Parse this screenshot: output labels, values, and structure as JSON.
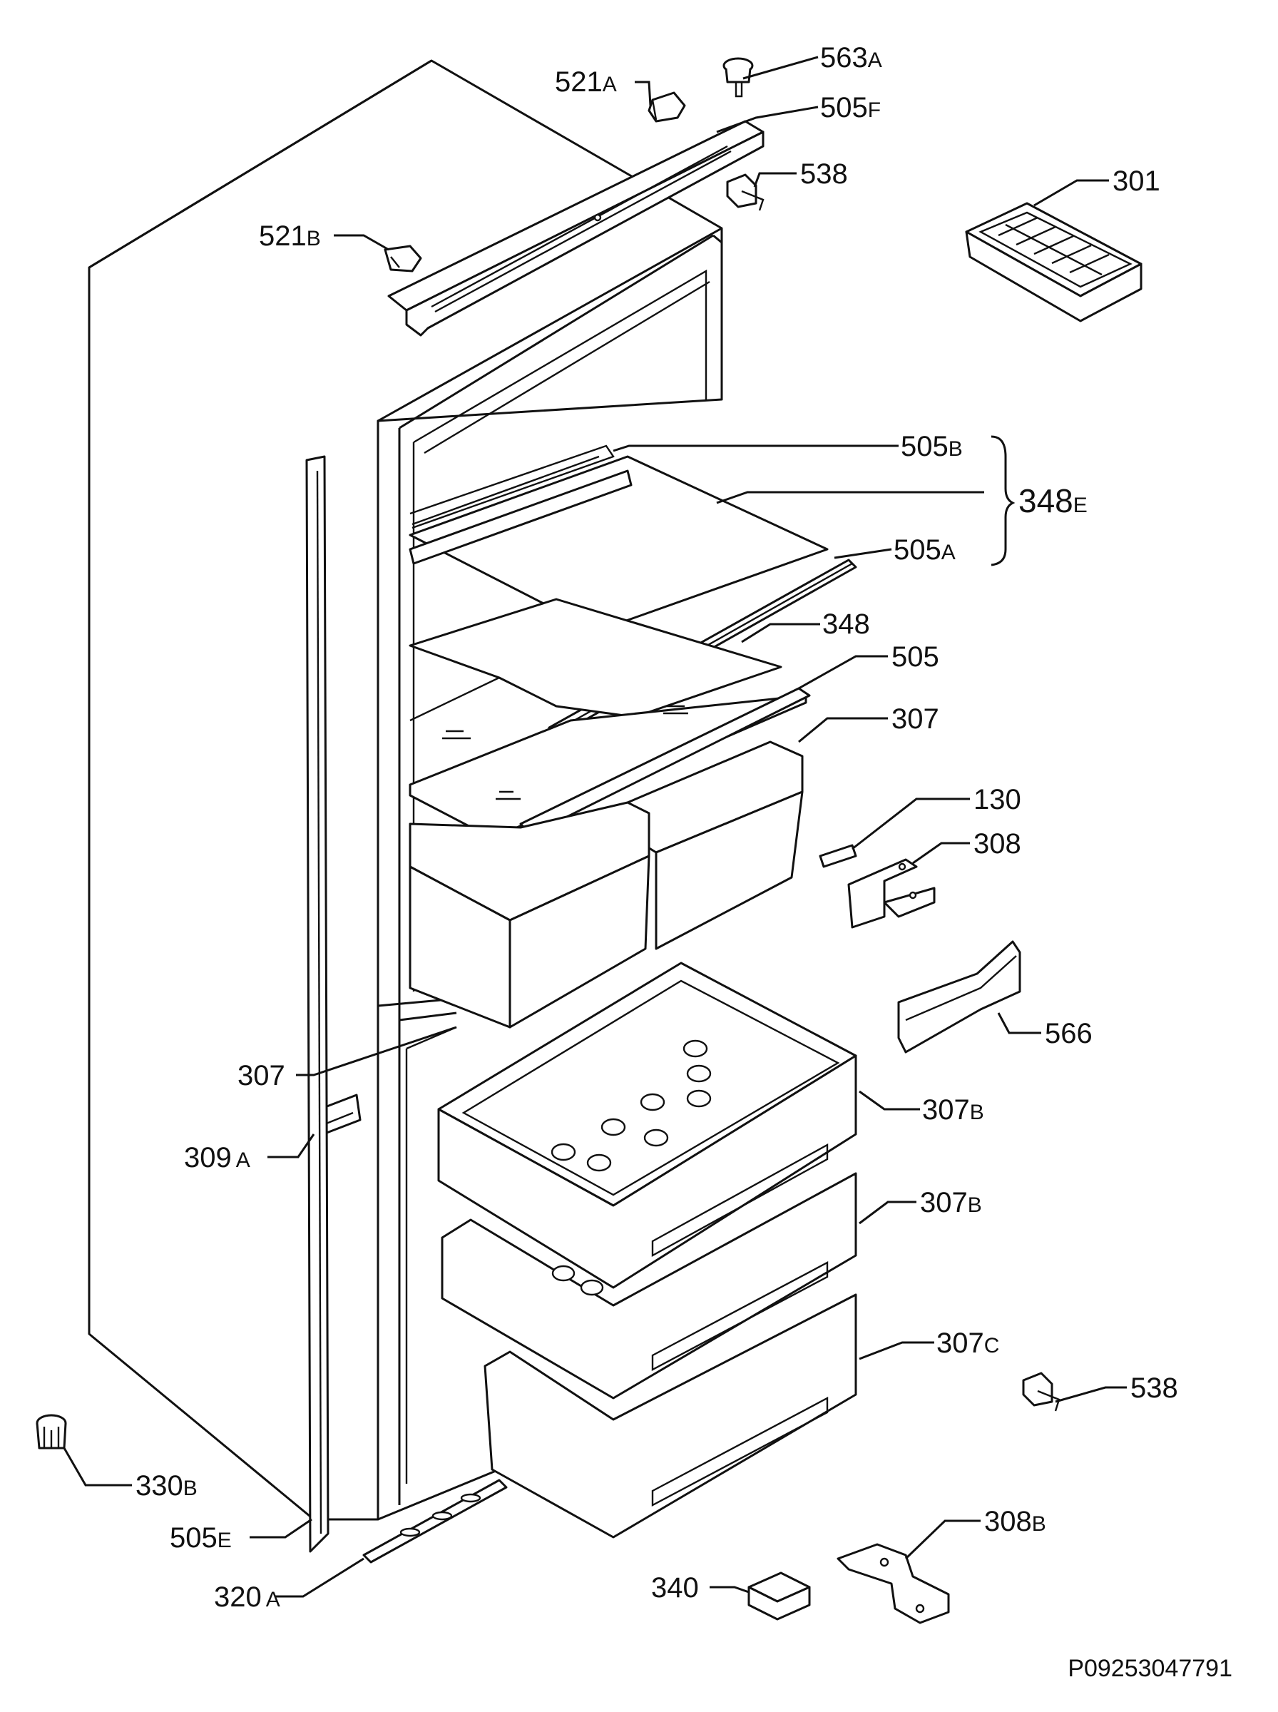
{
  "reference": "P09253047791",
  "callouts": [
    {
      "id": "563A",
      "num": "563",
      "suffix": "A"
    },
    {
      "id": "521A",
      "num": "521",
      "suffix": "A"
    },
    {
      "id": "505F",
      "num": "505",
      "suffix": "F"
    },
    {
      "id": "538-top",
      "num": "538",
      "suffix": ""
    },
    {
      "id": "301",
      "num": "301",
      "suffix": ""
    },
    {
      "id": "521B",
      "num": "521",
      "suffix": "B"
    },
    {
      "id": "505B",
      "num": "505",
      "suffix": "B"
    },
    {
      "id": "348E",
      "num": "348",
      "suffix": "E"
    },
    {
      "id": "505A",
      "num": "505",
      "suffix": "A"
    },
    {
      "id": "348",
      "num": "348",
      "suffix": ""
    },
    {
      "id": "505",
      "num": "505",
      "suffix": ""
    },
    {
      "id": "307-top",
      "num": "307",
      "suffix": ""
    },
    {
      "id": "130",
      "num": "130",
      "suffix": ""
    },
    {
      "id": "308",
      "num": "308",
      "suffix": ""
    },
    {
      "id": "566",
      "num": "566",
      "suffix": ""
    },
    {
      "id": "307-left",
      "num": "307",
      "suffix": ""
    },
    {
      "id": "307B-1",
      "num": "307",
      "suffix": "B"
    },
    {
      "id": "309A",
      "num": "309",
      "suffix": "A"
    },
    {
      "id": "307B-2",
      "num": "307",
      "suffix": "B"
    },
    {
      "id": "307C",
      "num": "307",
      "suffix": "C"
    },
    {
      "id": "538-bottom",
      "num": "538",
      "suffix": ""
    },
    {
      "id": "330B",
      "num": "330",
      "suffix": "B"
    },
    {
      "id": "505E",
      "num": "505",
      "suffix": "E"
    },
    {
      "id": "308B",
      "num": "308",
      "suffix": "B"
    },
    {
      "id": "320A",
      "num": "320",
      "suffix": "A"
    },
    {
      "id": "340",
      "num": "340",
      "suffix": ""
    }
  ]
}
